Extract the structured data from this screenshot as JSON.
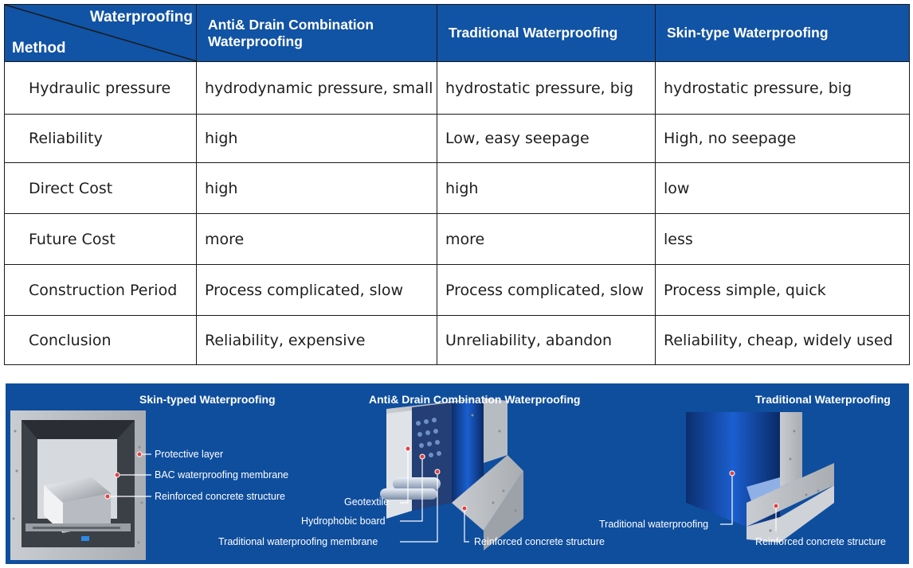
{
  "table": {
    "corner_top": "Waterproofing",
    "corner_bottom": "Method",
    "headers": [
      "Anti& Drain Combination Waterproofing",
      "Traditional Waterproofing",
      "Skin-type Waterproofing"
    ],
    "rows": [
      {
        "method": "Hydraulic pressure",
        "cells": [
          "hydrodynamic pressure, small",
          "hydrostatic pressure, big",
          "hydrostatic pressure, big"
        ]
      },
      {
        "method": "Reliability",
        "cells": [
          "high",
          "Low, easy seepage",
          "High, no seepage"
        ]
      },
      {
        "method": "Direct Cost",
        "cells": [
          "high",
          "high",
          "low"
        ]
      },
      {
        "method": "Future Cost",
        "cells": [
          "more",
          "more",
          "less"
        ]
      },
      {
        "method": "Construction Period",
        "cells": [
          "Process complicated, slow",
          "Process complicated, slow",
          "Process simple, quick"
        ]
      },
      {
        "method": "Conclusion",
        "cells": [
          "Reliability, expensive",
          "Unreliability, abandon",
          "Reliability, cheap, widely used"
        ]
      }
    ]
  },
  "diagram": {
    "panels": [
      {
        "title": "Skin-typed Waterproofing",
        "labels": [
          "Protective layer",
          "BAC waterproofing membrane",
          "Reinforced concrete structure"
        ]
      },
      {
        "title": "Anti& Drain Combination Waterproofing",
        "labels": [
          "Geotextile",
          "Hydrophobic board",
          "Traditional waterproofing membrane",
          "Reinforced concrete structure"
        ]
      },
      {
        "title": "Traditional Waterproofing",
        "labels": [
          "Traditional waterproofing",
          "Reinforced concrete structure"
        ]
      }
    ]
  },
  "colors": {
    "header_blue": "#1153a4",
    "panel_blue": "#0f4e9d",
    "border": "#1a1a1a",
    "leader_dot": "#e04040"
  }
}
